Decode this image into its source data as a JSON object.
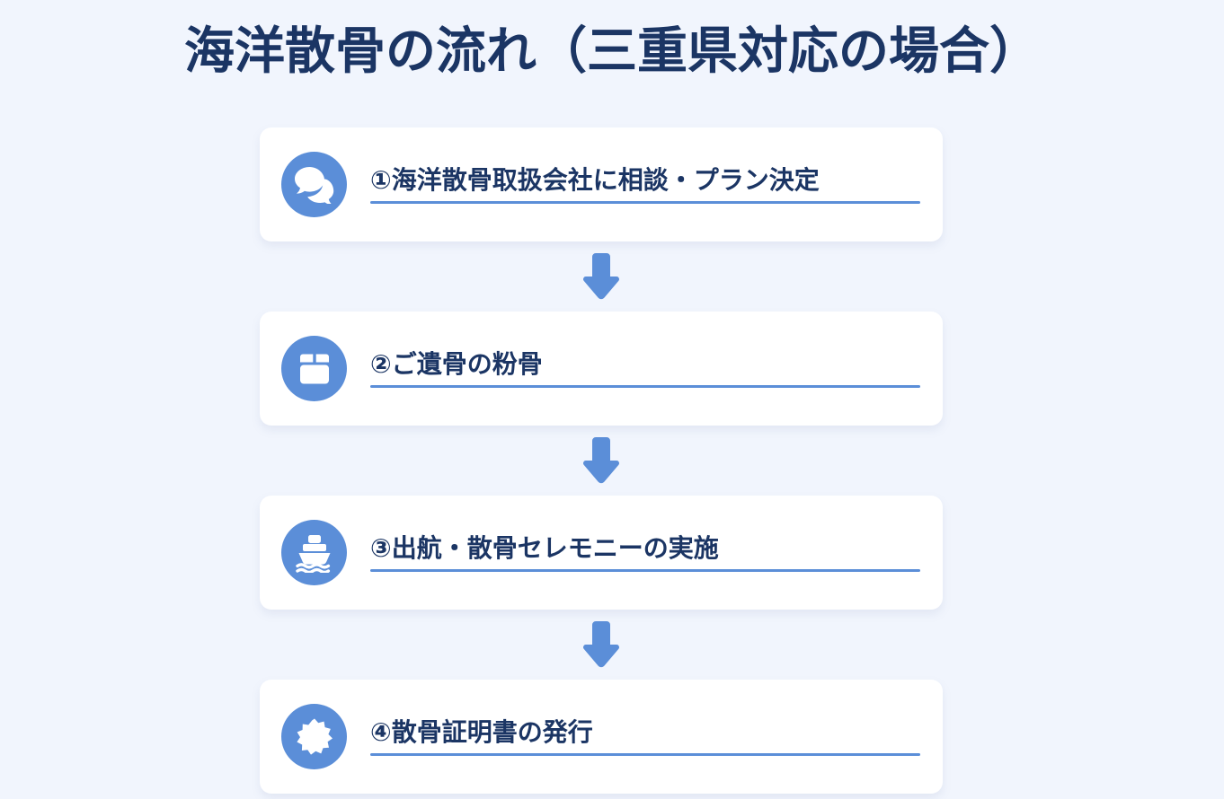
{
  "page": {
    "background_color": "#f1f5fd",
    "accent_color": "#5b8ed8",
    "text_color": "#1b3564"
  },
  "title": "海洋散骨の流れ（三重県対応の場合）",
  "flow": {
    "steps": [
      {
        "label": "①海洋散骨取扱会社に相談・プラン決定",
        "icon": "speech-bubbles-icon"
      },
      {
        "label": "②ご遺骨の粉骨",
        "icon": "box-icon"
      },
      {
        "label": "③出航・散骨セレモニーの実施",
        "icon": "ship-icon"
      },
      {
        "label": "④散骨証明書の発行",
        "icon": "certificate-seal-icon"
      }
    ],
    "connector_icon": "arrow-down-icon"
  }
}
